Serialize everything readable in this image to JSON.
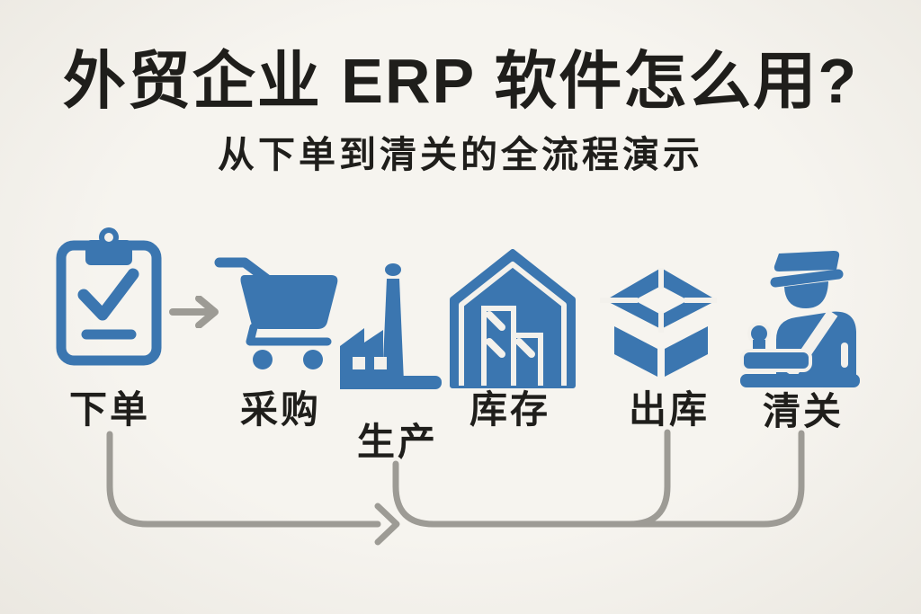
{
  "header": {
    "title": "外贸企业 ERP  软件怎么用?",
    "subtitle": "从下单到清关的全流程演示"
  },
  "steps": [
    {
      "label": "下单",
      "icon": "clipboard-check-icon"
    },
    {
      "label": "采购",
      "icon": "shopping-cart-icon"
    },
    {
      "label": "生产",
      "icon": "factory-icon"
    },
    {
      "label": "库存",
      "icon": "warehouse-icon"
    },
    {
      "label": "出库",
      "icon": "open-box-icon"
    },
    {
      "label": "清关",
      "icon": "customs-officer-icon"
    }
  ],
  "colors": {
    "accent_blue": "#3b76b0",
    "text_ink": "#1f1e1b",
    "connector_gray": "#9d9b95",
    "background": "#f3f1ec"
  }
}
